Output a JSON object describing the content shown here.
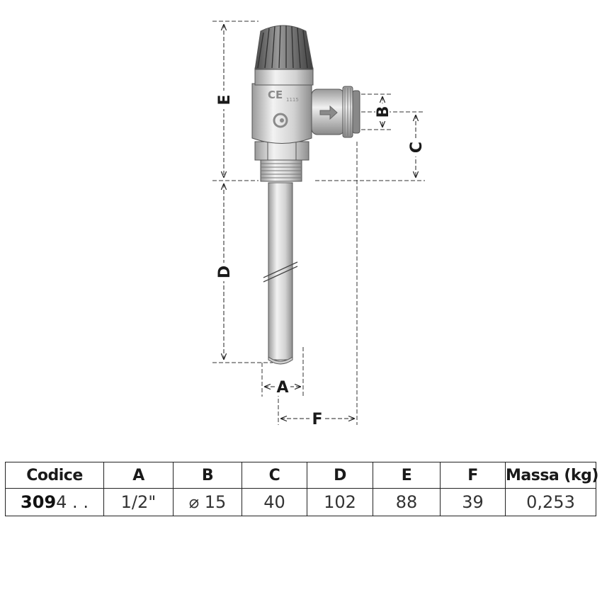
{
  "diagram": {
    "valve": {
      "ce_mark": "CE",
      "ce_number": "1115"
    },
    "dimension_labels": {
      "A": "A",
      "B": "B",
      "C": "C",
      "D": "D",
      "E": "E",
      "F": "F"
    }
  },
  "table": {
    "headers": [
      "Codice",
      "A",
      "B",
      "C",
      "D",
      "E",
      "F",
      "Massa (kg)"
    ],
    "row": {
      "code_bold": "309",
      "code_suffix": "4 . .",
      "values": [
        "1/2\"",
        "⌀ 15",
        "40",
        "102",
        "88",
        "39",
        "0,253"
      ]
    }
  }
}
